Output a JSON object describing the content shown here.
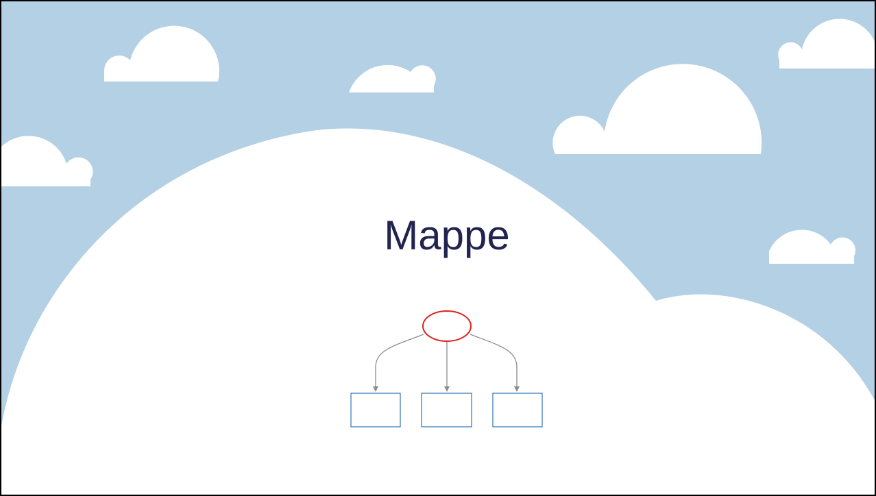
{
  "slide": {
    "title": "Mappe"
  },
  "colors": {
    "sky": "#b3d0e4",
    "cloud": "#ffffff",
    "title_text": "#22244f",
    "root_node_stroke": "#e02020",
    "child_node_stroke": "#2e74b5",
    "connector": "#8c8c8c"
  },
  "diagram": {
    "type": "tree",
    "root": {
      "shape": "ellipse",
      "label": ""
    },
    "children": [
      {
        "shape": "rectangle",
        "label": ""
      },
      {
        "shape": "rectangle",
        "label": ""
      },
      {
        "shape": "rectangle",
        "label": ""
      }
    ]
  }
}
